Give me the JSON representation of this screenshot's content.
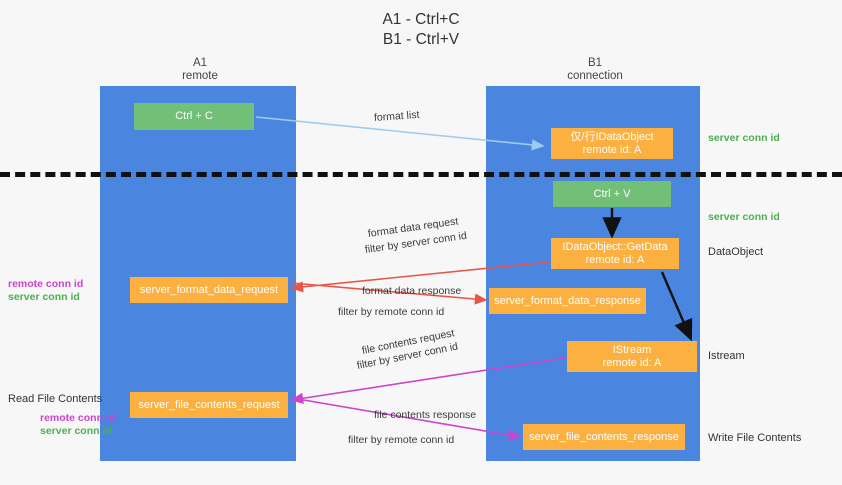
{
  "title": {
    "line1": "A1 - Ctrl+C",
    "line2": "B1 - Ctrl+V"
  },
  "columns": [
    {
      "name": "A1",
      "role": "remote"
    },
    {
      "name": "B1",
      "role": "connection"
    }
  ],
  "boxes": {
    "ctrl_c": {
      "line1": "Ctrl + C",
      "color": "#72bf78"
    },
    "idataobject": {
      "line1": "仅/行IDataObject",
      "line2": "remote id: A",
      "color": "#fbb040"
    },
    "ctrl_v": {
      "line1": "Ctrl + V",
      "color": "#72bf78"
    },
    "getdata": {
      "line1": "IDataObject::GetData",
      "line2": "remote id: A",
      "color": "#fbb040"
    },
    "server_format_data_request": {
      "line1": "server_format_data_request",
      "color": "#fbb040"
    },
    "server_format_data_response": {
      "line1": "server_format_data_response",
      "color": "#fbb040"
    },
    "istream": {
      "line1": "IStream",
      "line2": "remote id: A",
      "color": "#fbb040"
    },
    "server_file_contents_request": {
      "line1": "server_file_contents_request",
      "color": "#fbb040"
    },
    "server_file_contents_response": {
      "line1": "server_file_contents_response",
      "color": "#fbb040"
    }
  },
  "edge_labels": {
    "format_list": "format list",
    "format_data_request": "format data request",
    "format_data_request_filter_prefix": "filter by ",
    "format_data_request_filter_value": "server conn id",
    "format_data_response": "format data response",
    "format_data_response_filter_prefix": "filter by ",
    "format_data_response_filter_value": "remote conn id",
    "file_contents_request": "file contents request",
    "file_contents_request_filter_prefix": "filter by ",
    "file_contents_request_filter_value": "server conn id",
    "file_contents_response": "file contents response",
    "file_contents_response_filter_prefix": "filter by ",
    "file_contents_response_filter_value": "remote conn id"
  },
  "right_labels": {
    "server_conn_id_top": "server conn id",
    "server_conn_id_mid": "server conn id",
    "dataobject": "DataObject",
    "istream": "Istream",
    "write_file_contents": "Write File Contents"
  },
  "left_labels": {
    "remote_conn_id_top": "remote conn id",
    "server_conn_id_top": "server conn id",
    "read_file_contents": "Read File Contents",
    "remote_conn_id_bottom": "remote conn id",
    "server_conn_id_bottom": "server conn id"
  },
  "colors": {
    "lane": "#4a86e0",
    "green_box": "#72bf78",
    "orange_box": "#fbb040",
    "green_text": "#4caf50",
    "magenta_text": "#cc44cc",
    "red_arrow": "#e8564a",
    "magenta_arrow": "#cc44cc",
    "blue_arrow": "#9ecbf0",
    "dashed_line": "#111111",
    "background": "#f7f7f7"
  }
}
